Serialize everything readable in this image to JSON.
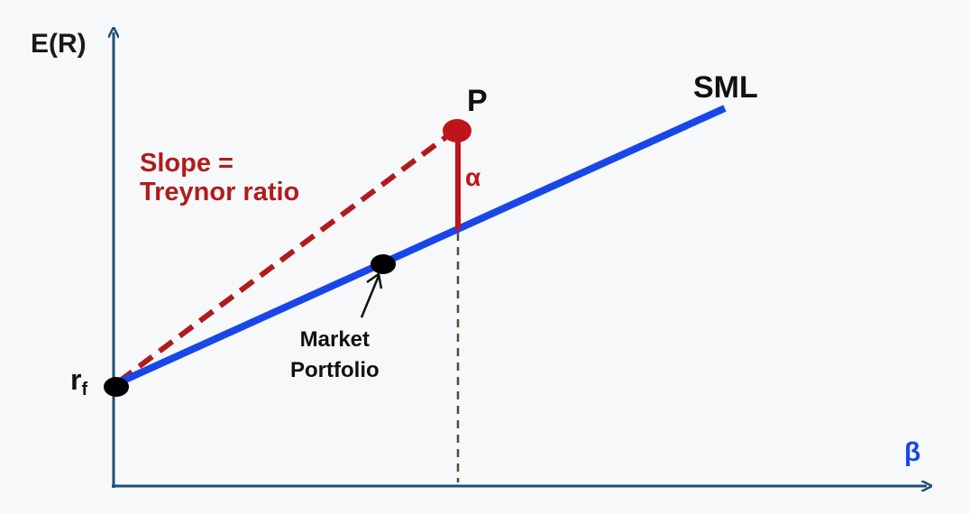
{
  "diagram": {
    "y_axis_label": "E(R)",
    "x_axis_label": "β",
    "rf_label": {
      "main": "r",
      "sub": "f"
    },
    "sml_label": "SML",
    "portfolio_label": "P",
    "alpha_label": "α",
    "treynor_label": {
      "line1": "Slope =",
      "line2": "Treynor ratio"
    },
    "market_portfolio_label": {
      "line1": "Market",
      "line2": "Portfolio"
    }
  },
  "colors": {
    "axis": "#1f4e79",
    "sml": "#1847e8",
    "portfolio": "#c0141b",
    "treynor_line": "#b01c1c",
    "point": "#000000",
    "guide": "#5a4a2a",
    "beta_label": "#1847e8"
  }
}
